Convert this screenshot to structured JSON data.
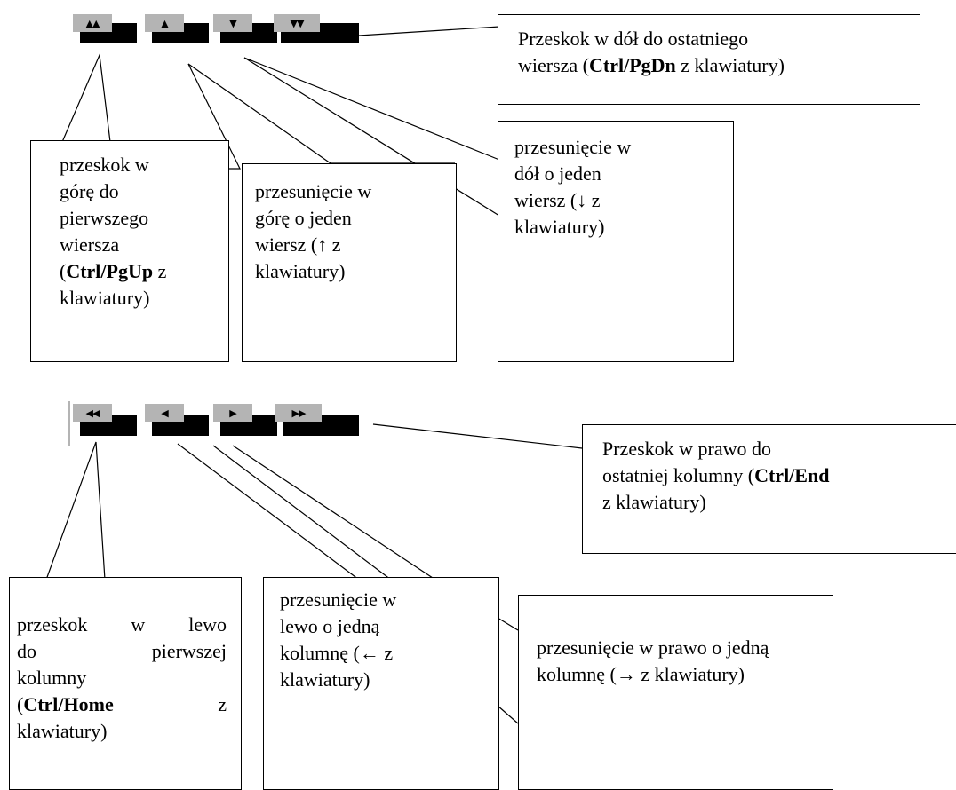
{
  "row_buttons": [
    {
      "glyph": "▲▲"
    },
    {
      "glyph": "▲"
    },
    {
      "glyph": "▼"
    },
    {
      "glyph": "▼▼"
    }
  ],
  "col_buttons": [
    {
      "glyph": "◀◀"
    },
    {
      "glyph": "◀"
    },
    {
      "glyph": "▶"
    },
    {
      "glyph": "▶▶"
    }
  ],
  "callouts": {
    "row_last": {
      "line1": "Przeskok w dół do ostatniego",
      "line2_pre": "wiersza (",
      "line2_key": "Ctrl/PgDn",
      "line2_post": " z klawiatury)"
    },
    "row_first": {
      "line1": "przeskok w",
      "line2": "górę do",
      "line3": "pierwszego",
      "line4": "wiersza",
      "line5_pre": "(",
      "line5_key": "Ctrl/PgUp",
      "line5_post": " z",
      "line6": "klawiatury)"
    },
    "row_up": {
      "line1": "przesunięcie w",
      "line2": "górę o jeden",
      "line3": "wiersz (↑ z",
      "line4": "klawiatury)"
    },
    "row_down": {
      "line1": "przesunięcie w",
      "line2": "dół o jeden",
      "line3": "wiersz (↓ z",
      "line4": "klawiatury)"
    },
    "col_last": {
      "line1": "Przeskok w prawo do",
      "line2_pre": "ostatniej kolumny (",
      "line2_key": "Ctrl/End",
      "line3": "z klawiatury)"
    },
    "col_first": {
      "line1a": "przeskok",
      "line1b": "w",
      "line1c": "lewo",
      "line2a": "do",
      "line2b": "pierwszej",
      "line3": "kolumny",
      "line4_pre": "(",
      "line4_key": "Ctrl/Home",
      "line4_post": "z",
      "line5": "klawiatury)"
    },
    "col_left": {
      "line1": "przesunięcie w",
      "line2": "lewo o jedną",
      "line3": "kolumnę (← z",
      "line4": "klawiatury)"
    },
    "col_right": {
      "line1": "przesunięcie w prawo o jedną",
      "line2": "kolumnę (→ z klawiatury)"
    }
  }
}
